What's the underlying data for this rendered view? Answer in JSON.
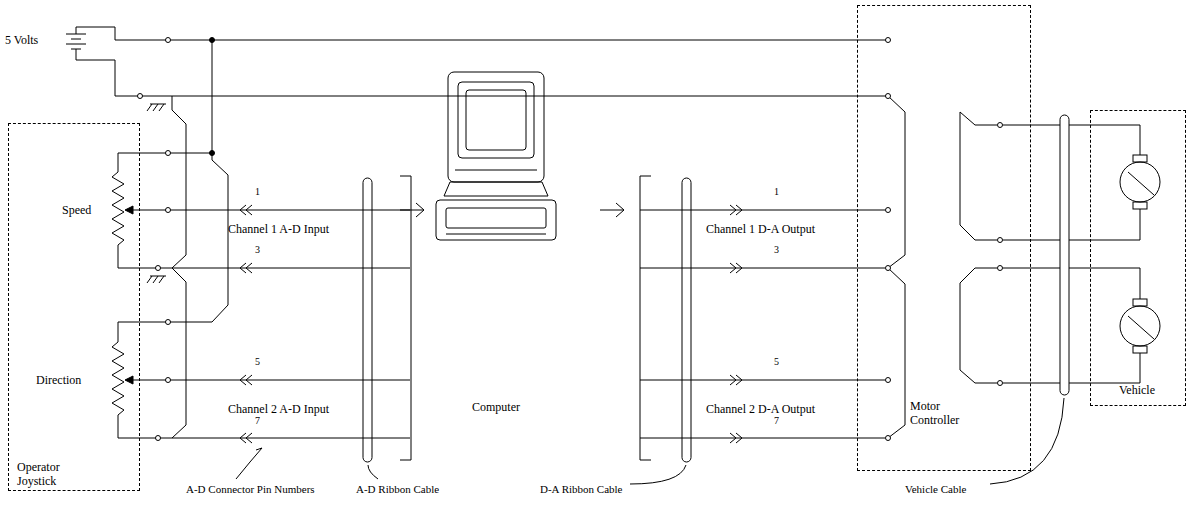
{
  "diagram": {
    "nodes": [
      {
        "text": [
          "Operator Joystick"
        ]
      },
      {
        "text": [
          "Computer"
        ]
      },
      {
        "text": [
          "Motor Controller"
        ]
      },
      {
        "text": [
          "Vehicle"
        ]
      }
    ],
    "labels": [
      "5 Volts",
      "Speed",
      "Direction",
      "1",
      "Channel 1 A-D Input",
      "3",
      "5",
      "Channel 2 A-D Input",
      "7",
      "A-D Connector Pin Numbers",
      "A-D Ribbon Cable",
      "D-A Ribbon Cable",
      "1",
      "Channel 1 D-A Output",
      "3",
      "5",
      "Channel 2 D-A Output",
      "7",
      "Vehicle Cable"
    ]
  }
}
